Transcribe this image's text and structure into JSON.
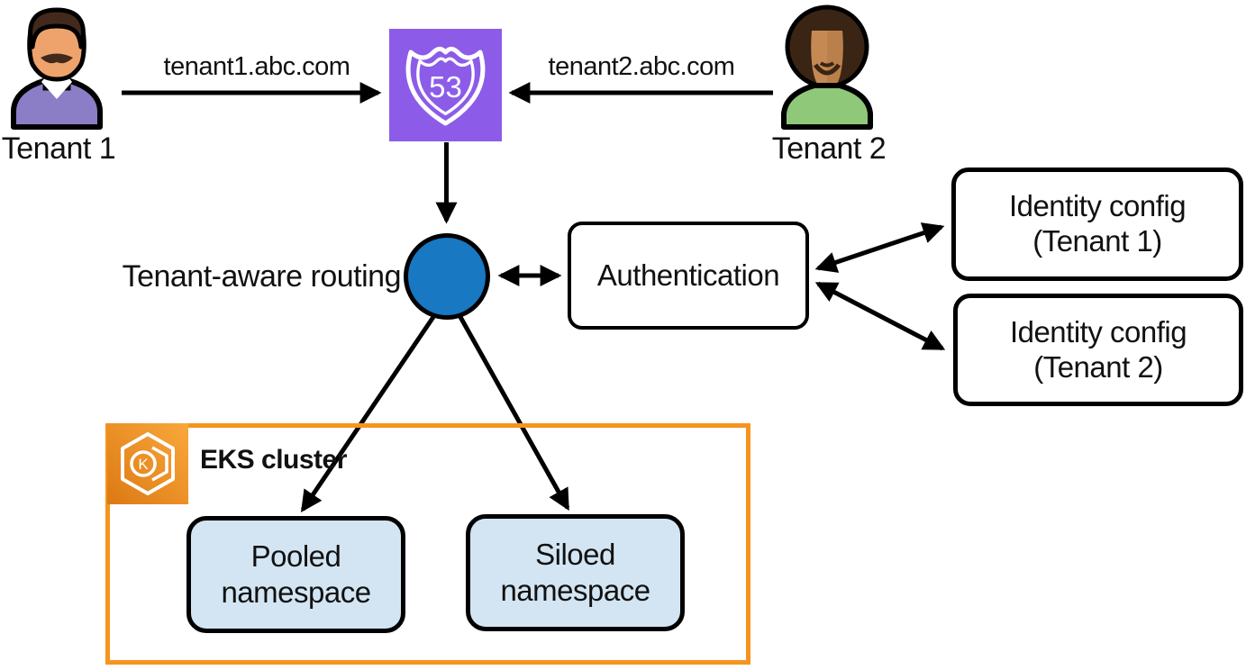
{
  "diagram": {
    "tenants": {
      "tenant1": {
        "name": "Tenant 1",
        "request_domain": "tenant1.abc.com"
      },
      "tenant2": {
        "name": "Tenant 2",
        "request_domain": "tenant2.abc.com"
      }
    },
    "route53": {
      "shield_number": "53"
    },
    "routing_label": "Tenant-aware routing",
    "authentication_label": "Authentication",
    "identity_configs": [
      {
        "line1": "Identity config",
        "line2": "(Tenant 1)"
      },
      {
        "line1": "Identity config",
        "line2": "(Tenant 2)"
      }
    ],
    "eks": {
      "label": "EKS cluster",
      "icon_letter": "K"
    },
    "namespaces": [
      {
        "line1": "Pooled",
        "line2": "namespace"
      },
      {
        "line1": "Siloed",
        "line2": "namespace"
      }
    ],
    "colors": {
      "route53_purple": "#8C5CE8",
      "routing_blue": "#1878C2",
      "eks_border_orange": "#F5941F",
      "eks_icon_gradient_start": "#DC7912",
      "eks_icon_gradient_end": "#F9A83C",
      "namespace_fill_blue": "#D3E5F2",
      "arrow_black": "#000000"
    }
  }
}
